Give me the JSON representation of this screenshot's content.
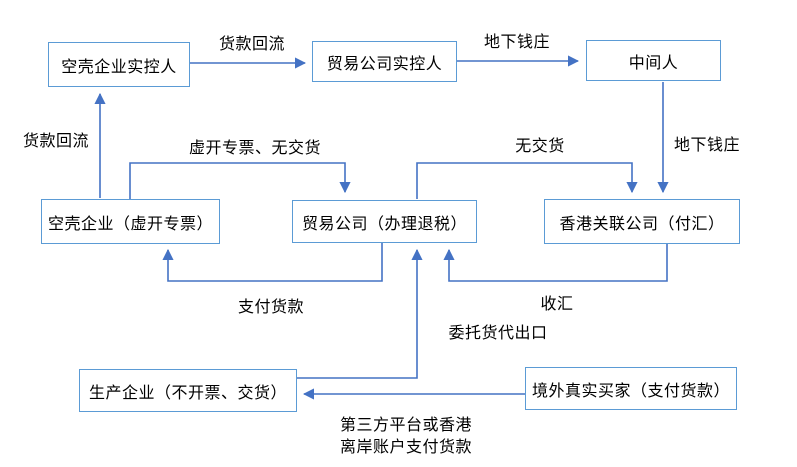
{
  "diagram": {
    "title": "export-tax-fraud-money-flow-diagram",
    "colors": {
      "line": "#4472C4",
      "box_border": "#5B9BD5",
      "text": "#000000",
      "background": "#FFFFFF"
    },
    "boxes": [
      {
        "id": "shell-controller",
        "label": "空壳企业实控人"
      },
      {
        "id": "trading-controller",
        "label": "贸易公司实控人"
      },
      {
        "id": "middleman",
        "label": "中间人"
      },
      {
        "id": "shell-company",
        "label": "空壳企业（虚开专票）"
      },
      {
        "id": "trading-company",
        "label": "贸易公司（办理退税）"
      },
      {
        "id": "hk-company",
        "label": "香港关联公司（付汇）"
      },
      {
        "id": "producer",
        "label": "生产企业（不开票、交货）"
      },
      {
        "id": "overseas-buyer",
        "label": "境外真实买家（支付货款）"
      }
    ],
    "edge_labels": {
      "payment_return_top": "货款回流",
      "underground_bank_top": "地下钱庄",
      "payment_return_left": "货款回流",
      "fake_invoice_no_delivery": "虚开专票、无交货",
      "no_delivery": "无交货",
      "underground_bank_right": "地下钱庄",
      "pay_goods": "支付货款",
      "receive_remittance": "收汇",
      "entrust_forwarder_export": "委托货代出口",
      "third_party_payment_line1": "第三方平台或香港",
      "third_party_payment_line2": "离岸账户支付货款"
    }
  }
}
